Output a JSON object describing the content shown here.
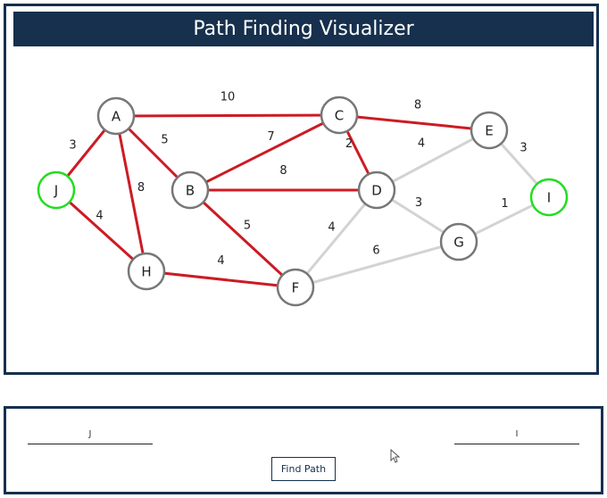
{
  "title": "Path Finding Visualizer",
  "colors": {
    "brand": "#16304d",
    "path_edge": "#cc1b24",
    "inactive_edge": "#d3d3d3",
    "endpoint_node": "#22dd22",
    "node_border": "#777777"
  },
  "graph": {
    "nodes": [
      {
        "id": "A",
        "label": "A",
        "endpoint": false
      },
      {
        "id": "B",
        "label": "B",
        "endpoint": false
      },
      {
        "id": "C",
        "label": "C",
        "endpoint": false
      },
      {
        "id": "D",
        "label": "D",
        "endpoint": false
      },
      {
        "id": "E",
        "label": "E",
        "endpoint": false
      },
      {
        "id": "F",
        "label": "F",
        "endpoint": false
      },
      {
        "id": "G",
        "label": "G",
        "endpoint": false
      },
      {
        "id": "H",
        "label": "H",
        "endpoint": false
      },
      {
        "id": "I",
        "label": "I",
        "endpoint": true
      },
      {
        "id": "J",
        "label": "J",
        "endpoint": true
      }
    ],
    "edges": [
      {
        "from": "A",
        "to": "C",
        "weight": "10",
        "highlighted": true
      },
      {
        "from": "C",
        "to": "E",
        "weight": "8",
        "highlighted": true
      },
      {
        "from": "J",
        "to": "A",
        "weight": "3",
        "highlighted": true
      },
      {
        "from": "A",
        "to": "B",
        "weight": "5",
        "highlighted": true
      },
      {
        "from": "A",
        "to": "H",
        "weight": "8",
        "highlighted": true
      },
      {
        "from": "B",
        "to": "C",
        "weight": "7",
        "highlighted": true
      },
      {
        "from": "C",
        "to": "D",
        "weight": "2",
        "highlighted": true
      },
      {
        "from": "B",
        "to": "D",
        "weight": "8",
        "highlighted": true
      },
      {
        "from": "J",
        "to": "H",
        "weight": "4",
        "highlighted": true
      },
      {
        "from": "B",
        "to": "F",
        "weight": "5",
        "highlighted": true
      },
      {
        "from": "H",
        "to": "F",
        "weight": "4",
        "highlighted": true
      },
      {
        "from": "D",
        "to": "E",
        "weight": "4",
        "highlighted": false
      },
      {
        "from": "E",
        "to": "I",
        "weight": "3",
        "highlighted": false
      },
      {
        "from": "D",
        "to": "G",
        "weight": "3",
        "highlighted": false
      },
      {
        "from": "G",
        "to": "I",
        "weight": "1",
        "highlighted": false
      },
      {
        "from": "D",
        "to": "F",
        "weight": "4",
        "highlighted": false
      },
      {
        "from": "F",
        "to": "G",
        "weight": "6",
        "highlighted": false
      }
    ]
  },
  "controls": {
    "start_value": "J",
    "end_value": "I",
    "find_button_label": "Find Path"
  }
}
